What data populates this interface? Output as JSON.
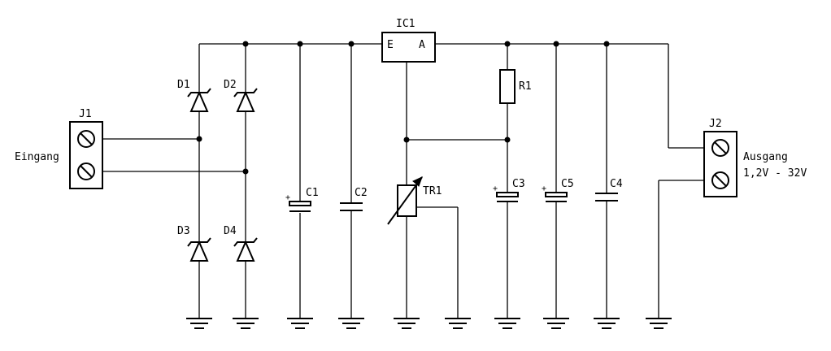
{
  "regulator": {
    "ref": "IC1",
    "pin_in": "E",
    "pin_out": "A"
  },
  "input_connector": {
    "ref": "J1",
    "label": "Eingang"
  },
  "output_connector": {
    "ref": "J2",
    "label_line1": "Ausgang",
    "label_line2": "1,2V - 32V"
  },
  "diodes": [
    "D1",
    "D2",
    "D3",
    "D4"
  ],
  "capacitors": {
    "c1": "C1",
    "c2": "C2",
    "c3": "C3",
    "c4": "C4",
    "c5": "C5"
  },
  "resistor": "R1",
  "trimmer": "TR1",
  "polarity_mark": "+"
}
